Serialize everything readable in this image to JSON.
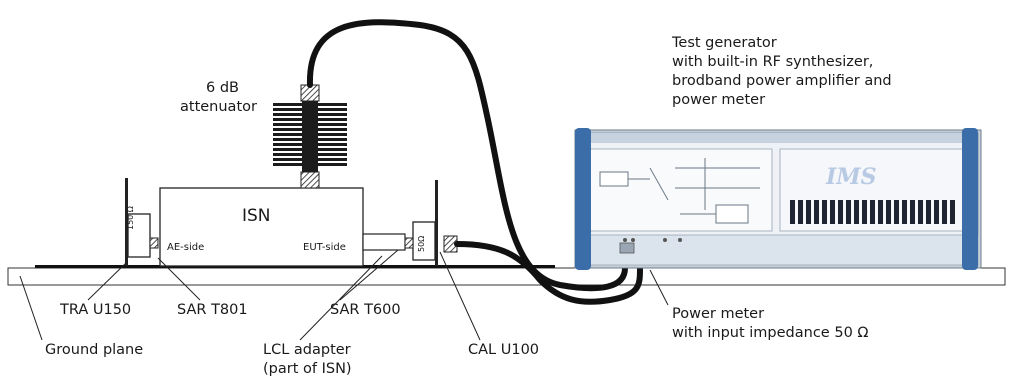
{
  "labels": {
    "test_generator": [
      "Test generator",
      "with built-in RF synthesizer,",
      "brodband power amplifier and",
      "power meter"
    ],
    "attenuator": [
      "6 dB",
      "attenuator"
    ],
    "isn": "ISN",
    "ae_side": "AE-side",
    "eut_side": "EUT-side",
    "tra_resistor": "150 Ω",
    "cal_resistor": "50Ω",
    "ims_logo": "IMS",
    "tra_u150": "TRA U150",
    "sar_t801": "SAR T801",
    "sar_t600": "SAR T600",
    "ground_plane": "Ground plane",
    "lcl_adapter": [
      "LCL adapter",
      "(part of ISN)"
    ],
    "cal_u100": "CAL U100",
    "power_meter": [
      "Power meter",
      "with input impedance 50 Ω"
    ]
  },
  "colors": {
    "generator_panel": "#eef2f6",
    "generator_handle": "#3b6ea8",
    "generator_header": "#c6d2df",
    "ims_text": "#b7c9e3",
    "cable": "#111111",
    "ground_plane_fill": "#ffffff"
  }
}
